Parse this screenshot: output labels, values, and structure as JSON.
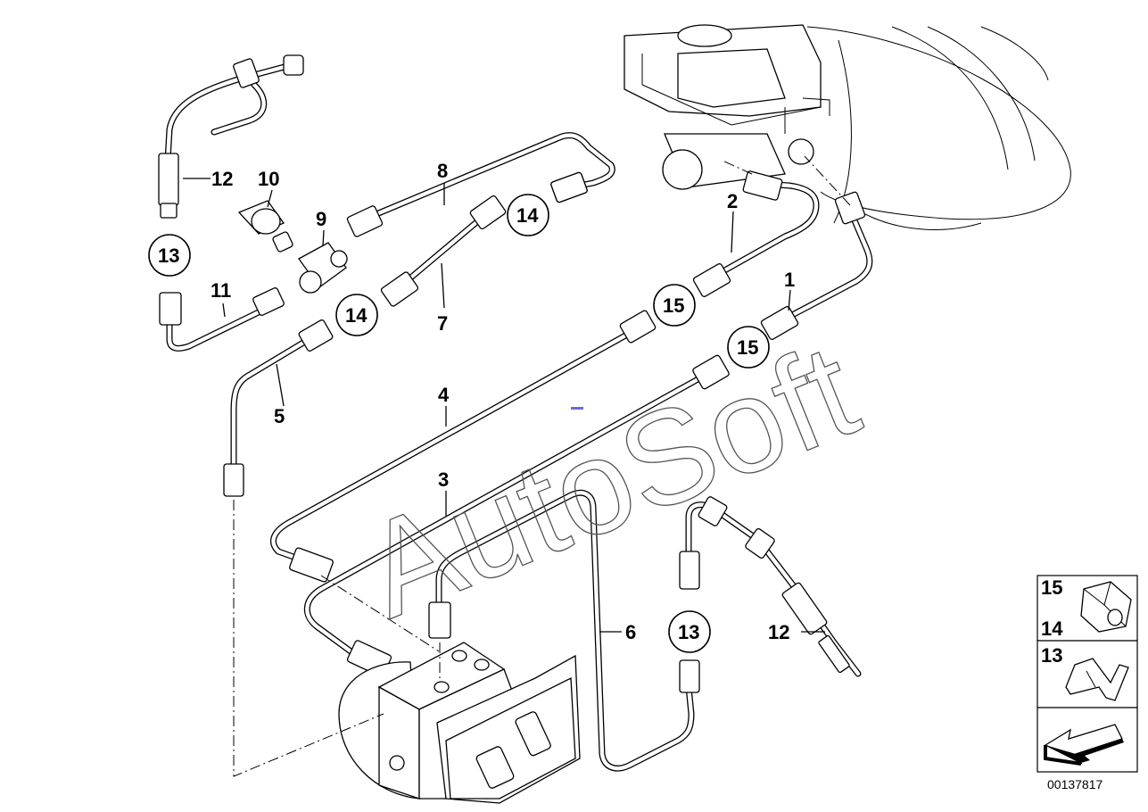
{
  "watermark": "AutoSoft",
  "callouts": {
    "c1": "1",
    "c2": "2",
    "c3": "3",
    "c4": "4",
    "c5": "5",
    "c6": "6",
    "c7": "7",
    "c8": "8",
    "c9": "9",
    "c10": "10",
    "c11": "11",
    "c12a": "12",
    "c12b": "12",
    "c13a": "13",
    "c13b": "13",
    "c14a": "14",
    "c14b": "14",
    "c15a": "15",
    "c15b": "15"
  },
  "legend": {
    "l15": "15",
    "l14": "14",
    "l13": "13"
  },
  "reference_number": "00137817"
}
